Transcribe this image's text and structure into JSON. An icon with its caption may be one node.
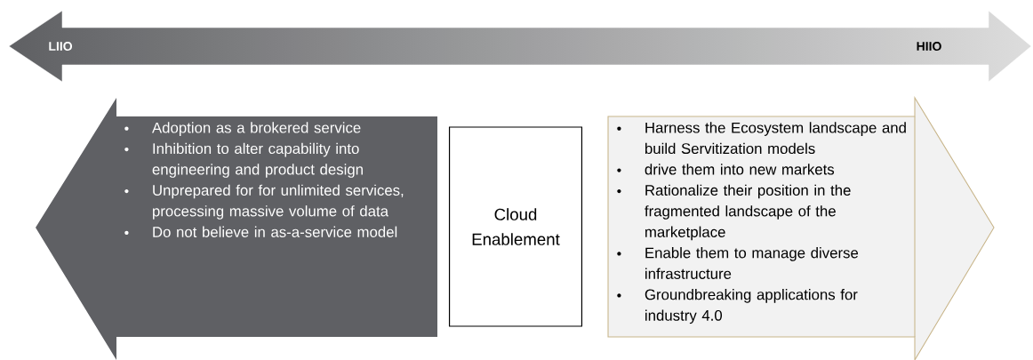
{
  "diagram": {
    "nodes": [
      {
        "text": [
          "Adoption as a brokered service",
          "Inhibition to alter capability into engineering and product design",
          "Unprepared for for unlimited services, processing massive volume of data",
          "Do not believe in as-a-service model"
        ]
      },
      {
        "text": [
          "Cloud Enablement"
        ]
      },
      {
        "text": [
          "Harness the Ecosystem landscape and build Servitization models",
          "drive them into new markets",
          "Rationalize their position in the fragmented landscape of the marketplace",
          "Enable them to manage diverse infrastructure",
          "Groundbreaking applications for industry 4.0"
        ]
      }
    ],
    "labels": [
      "LIIO",
      "HIIO"
    ]
  }
}
